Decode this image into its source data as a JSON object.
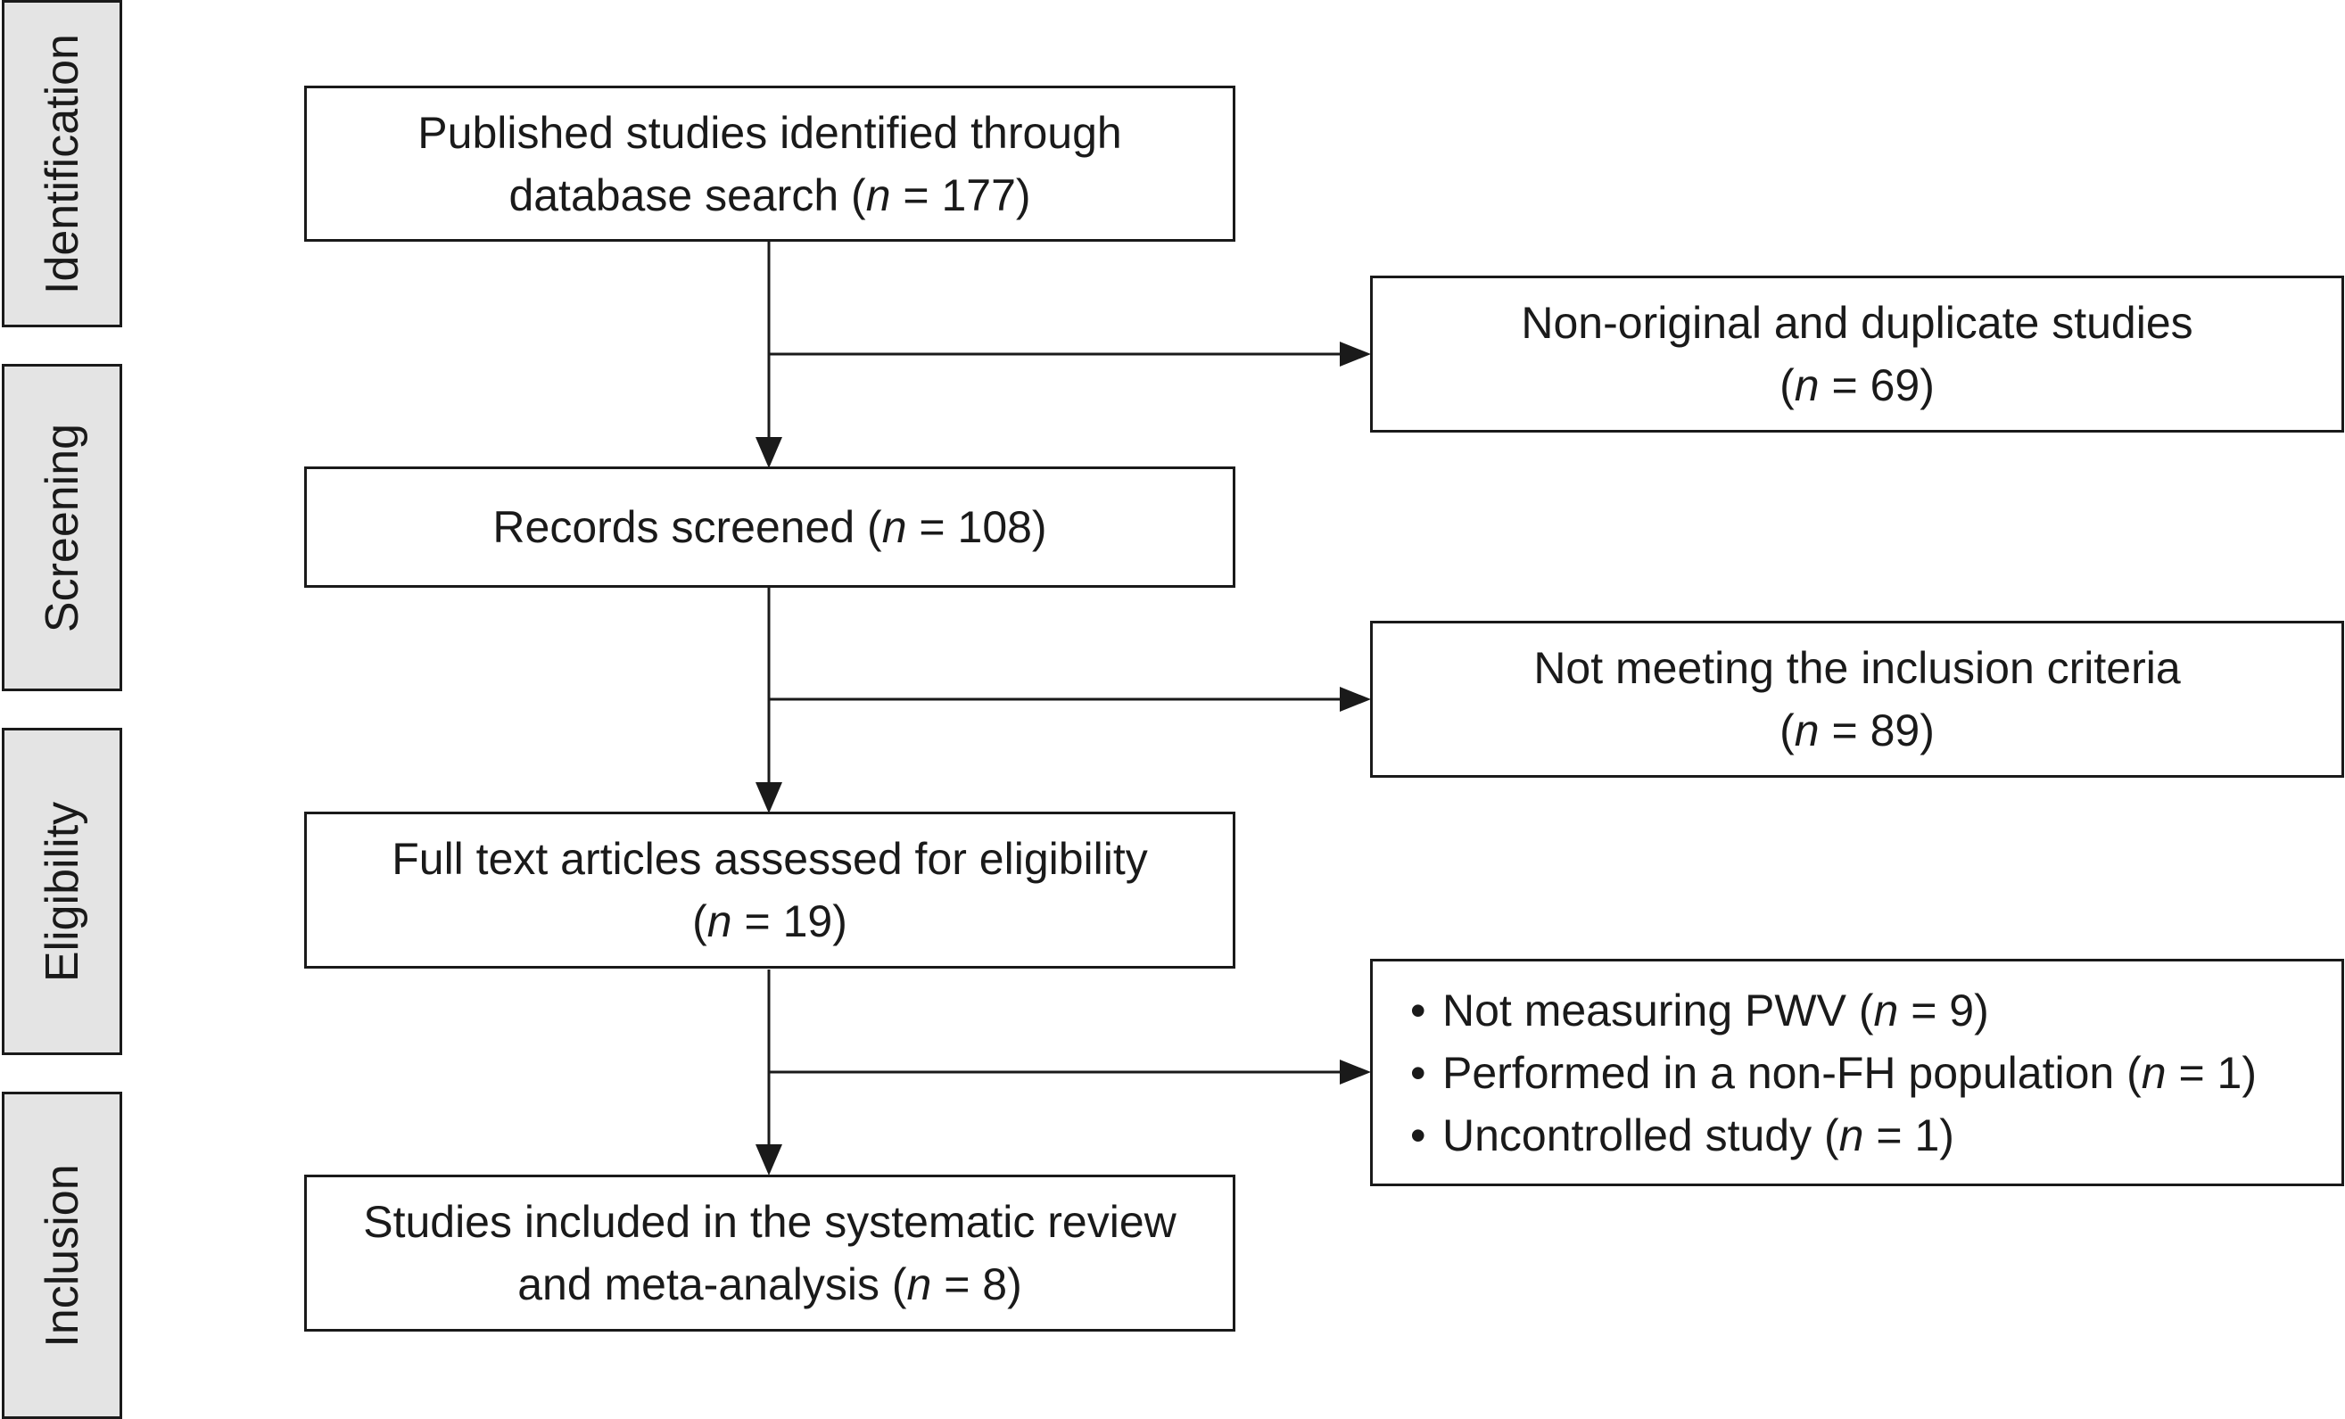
{
  "stages": {
    "identification": "Identification",
    "screening": "Screening",
    "eligibility": "Eligibility",
    "inclusion": "Inclusion"
  },
  "boxes": {
    "identified": {
      "line1": "Published studies identified through",
      "line2_text": "database search (",
      "n_symbol": "n",
      "line2_value": " = 177)"
    },
    "screened": {
      "line1_text": "Records screened (",
      "n_symbol": "n",
      "line1_value": " = 108)"
    },
    "assessed": {
      "line1": "Full text articles assessed for eligibility",
      "line2_open": "(",
      "n_symbol": "n",
      "line2_value": " = 19)"
    },
    "included": {
      "line1": "Studies included in the systematic review",
      "line2_text": "and meta-analysis (",
      "n_symbol": "n",
      "line2_value": " = 8)"
    }
  },
  "exclusions": {
    "duplicates": {
      "line1": "Non-original and duplicate studies",
      "line2_open": "(",
      "n_symbol": "n",
      "line2_value": " = 69)"
    },
    "criteria": {
      "line1": "Not meeting the inclusion criteria",
      "line2_open": "(",
      "n_symbol": "n",
      "line2_value": " = 89)"
    },
    "reasons": {
      "bullet": "•",
      "items": [
        {
          "text": "Not measuring PWV (",
          "n_symbol": "n",
          "value": " = 9)"
        },
        {
          "text": "Performed in a non-FH population (",
          "n_symbol": "n",
          "value": " = 1)"
        },
        {
          "text": "Uncontrolled study (",
          "n_symbol": "n",
          "value": " = 1)"
        }
      ]
    }
  }
}
